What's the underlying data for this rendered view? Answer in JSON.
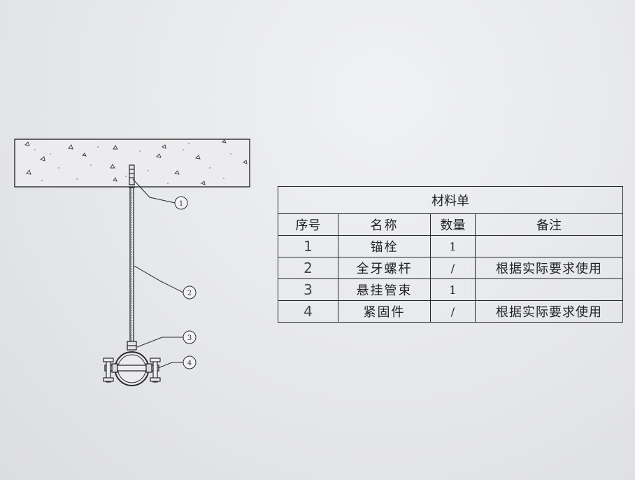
{
  "callouts": [
    "1",
    "2",
    "3",
    "4"
  ],
  "table": {
    "title": "材料单",
    "headers": [
      "序号",
      "名称",
      "数量",
      "备注"
    ],
    "rows": [
      {
        "index": "1",
        "name": "锚栓",
        "qty": "1",
        "note": ""
      },
      {
        "index": "2",
        "name": "全牙螺杆",
        "qty": "/",
        "note": "根据实际要求使用"
      },
      {
        "index": "3",
        "name": "悬挂管束",
        "qty": "1",
        "note": ""
      },
      {
        "index": "4",
        "name": "紧固件",
        "qty": "/",
        "note": "根据实际要求使用"
      }
    ]
  },
  "colors": {
    "line": "#2a2a2a",
    "paper": "#e8e9ec"
  }
}
